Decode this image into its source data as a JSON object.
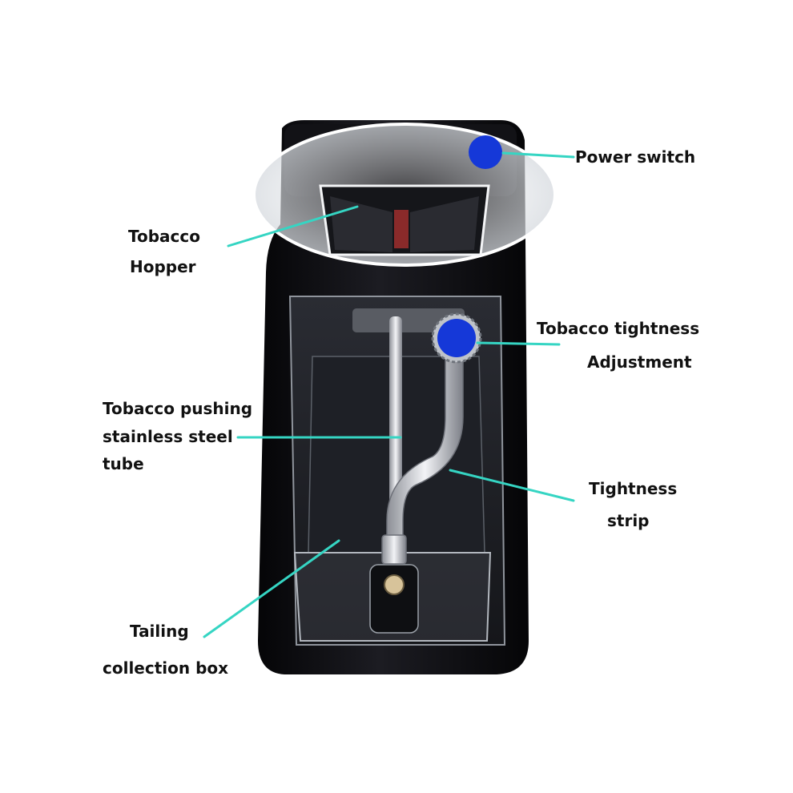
{
  "labels": {
    "power_switch": "Power switch",
    "hopper_line1": "Tobacco",
    "hopper_line2": "Hopper",
    "tightness_adj_line1": "Tobacco tightness",
    "tightness_adj_line2": "Adjustment",
    "pushing_tube_line1": "Tobacco pushing",
    "pushing_tube_line2": "stainless steel",
    "pushing_tube_line3": "tube",
    "tightness_strip_line1": "Tightness",
    "tightness_strip_line2": "strip",
    "tailing_line1": "Tailing",
    "tailing_line2": "collection box"
  },
  "colors": {
    "leader_line": "#35d5c3",
    "marker": "#1538d8",
    "body": "#0d0d0f"
  }
}
